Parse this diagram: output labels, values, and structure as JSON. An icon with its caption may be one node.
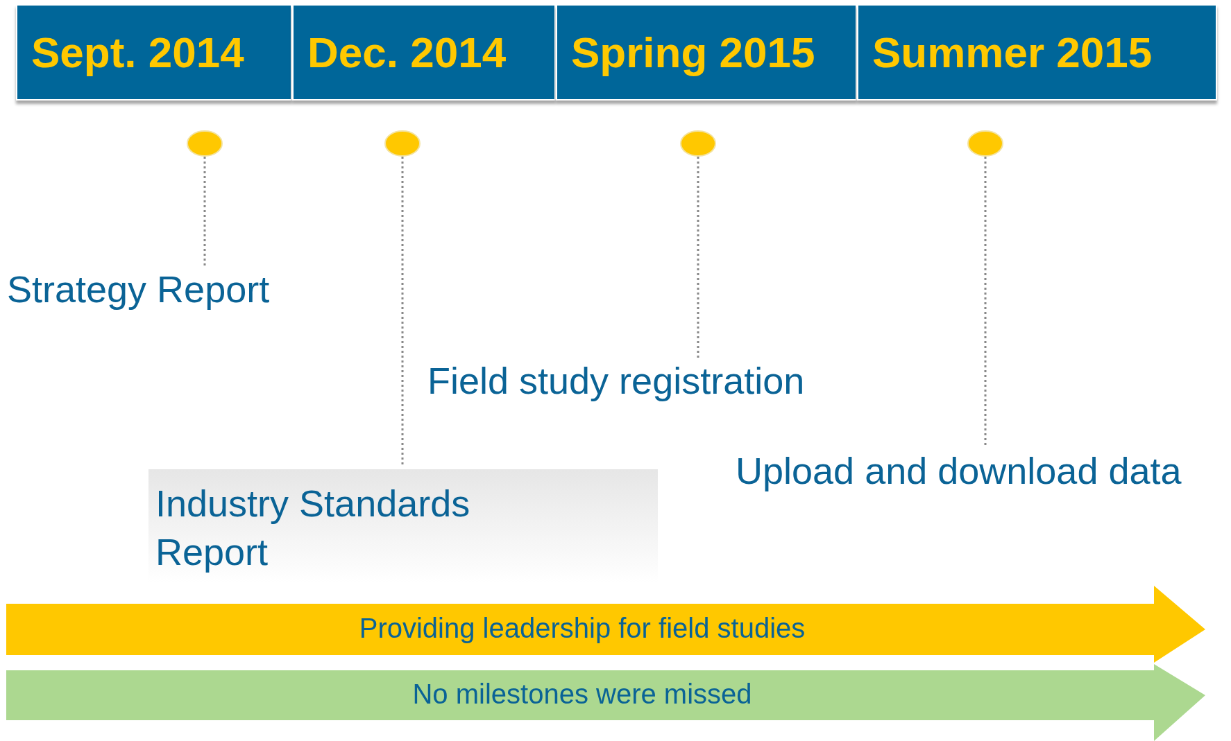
{
  "diagram": {
    "nodes": [
      {
        "text": [
          "Sept. 2014"
        ]
      },
      {
        "text": [
          "Dec. 2014"
        ]
      },
      {
        "text": [
          "Spring 2015"
        ]
      },
      {
        "text": [
          "Summer 2015"
        ]
      },
      {
        "text": [],
        "shape": "circle"
      },
      {
        "text": [],
        "shape": "circle"
      },
      {
        "text": [],
        "shape": "circle"
      },
      {
        "text": [],
        "shape": "circle"
      },
      {
        "text": [
          "Strategy Report"
        ]
      },
      {
        "text": [
          "Industry Standards Report"
        ]
      },
      {
        "text": [
          "Field study registration"
        ]
      },
      {
        "text": [
          "Upload and download data"
        ]
      },
      {
        "text": [
          "Providing leadership for field studies"
        ]
      },
      {
        "text": [
          "No milestones were missed"
        ]
      }
    ],
    "edges": [
      {
        "from": 4,
        "to": 8,
        "arrow": "none",
        "style": "dashed"
      },
      {
        "from": 5,
        "to": 9,
        "arrow": "none",
        "style": "dashed"
      },
      {
        "from": 6,
        "to": 10,
        "arrow": "none",
        "style": "dashed"
      },
      {
        "from": 7,
        "to": 11,
        "arrow": "none",
        "style": "dashed"
      }
    ]
  }
}
